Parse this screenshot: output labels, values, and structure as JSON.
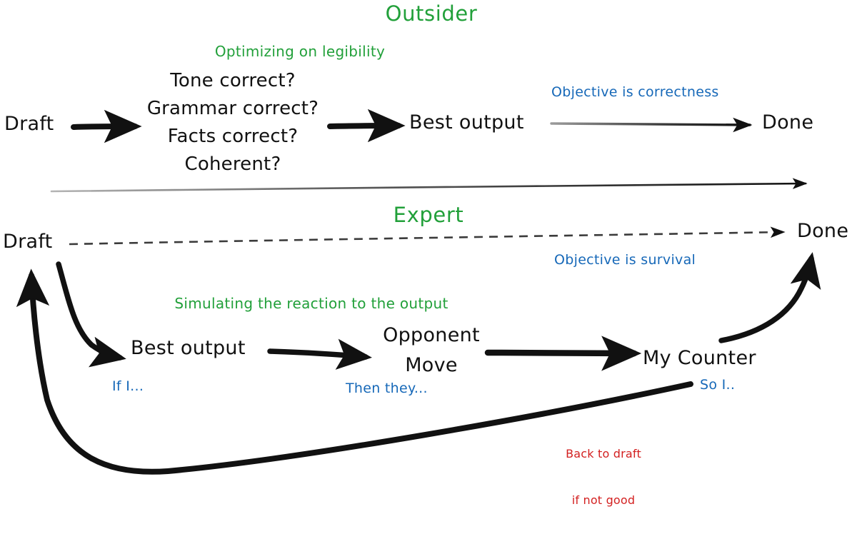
{
  "diagram": {
    "title_outsider": "Outsider",
    "title_expert": "Expert",
    "colors": {
      "ink": "#111111",
      "section_green": "#22a03a",
      "note_blue": "#1668b8",
      "note_red": "#d32020",
      "background": "#ffffff"
    }
  },
  "outsider": {
    "heading": "Outsider",
    "green_note": "Optimizing on legibility",
    "blue_note": "Objective is correctness",
    "start_node": "Draft",
    "checklist": [
      "Tone correct?",
      "Grammar correct?",
      "Facts correct?",
      "Coherent?"
    ],
    "mid_node": "Best output",
    "end_node": "Done"
  },
  "expert": {
    "heading": "Expert",
    "green_note": "Simulating the reaction to the output",
    "blue_note": "Objective is survival",
    "start_node": "Draft",
    "end_node": "Done",
    "nodes": [
      {
        "label": "Best output",
        "caption": "If I..."
      },
      {
        "label_line1": "Opponent",
        "label_line2": "Move",
        "caption": "Then they..."
      },
      {
        "label": "My Counter",
        "caption": "So I.."
      }
    ],
    "feedback_note_line1": "Back to draft",
    "feedback_note_line2": "if not good"
  },
  "chart_data": {
    "type": "diagram",
    "title": "Outsider vs Expert editing loop",
    "panels": [
      {
        "name": "Outsider",
        "heading_color": "#22a03a",
        "flow": [
          "Draft",
          "Tone correct? / Grammar correct? / Facts correct? / Coherent?",
          "Best output",
          "Done"
        ],
        "annotations": [
          {
            "text": "Optimizing on legibility",
            "color": "#22a03a"
          },
          {
            "text": "Objective is correctness",
            "color": "#1668b8"
          }
        ]
      },
      {
        "name": "Expert",
        "heading_color": "#22a03a",
        "flow": [
          "Draft",
          "Best output",
          "Opponent Move",
          "My Counter",
          "Done"
        ],
        "loop": "My Counter -> Draft (back to draft if not good)",
        "shortcut": "Draft --dashed--> Done",
        "annotations": [
          {
            "text": "Simulating the reaction to the output",
            "color": "#22a03a"
          },
          {
            "text": "Objective is survival",
            "color": "#1668b8"
          },
          {
            "text": "If I...",
            "color": "#1668b8"
          },
          {
            "text": "Then they...",
            "color": "#1668b8"
          },
          {
            "text": "So I..",
            "color": "#1668b8"
          },
          {
            "text": "Back to draft if not good",
            "color": "#d32020"
          }
        ]
      }
    ]
  }
}
